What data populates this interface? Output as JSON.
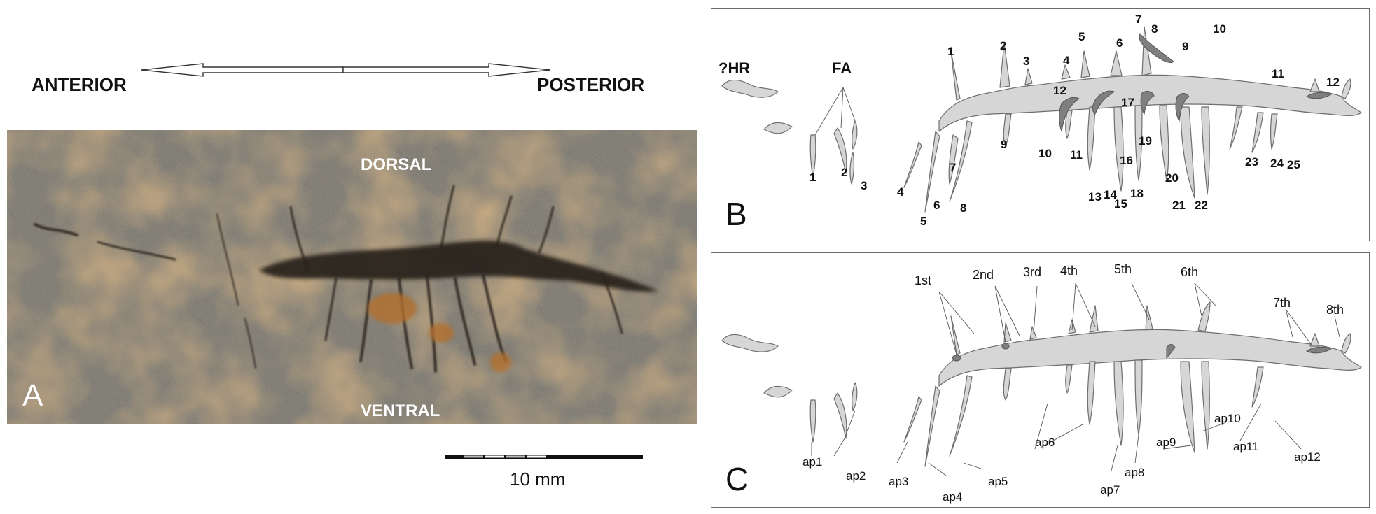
{
  "orientation": {
    "anterior": "ANTERIOR",
    "posterior": "POSTERIOR"
  },
  "panel_a": {
    "letter": "A",
    "dorsal": "DORSAL",
    "ventral": "VENTRAL",
    "scale_bar": "10 mm"
  },
  "panel_b": {
    "letter": "B",
    "hr_label": "?HR",
    "fa_label": "FA",
    "fa_numbers": [
      "1",
      "2",
      "3"
    ],
    "dorsal_numbers": [
      "1",
      "2",
      "3",
      "4",
      "5",
      "6",
      "7",
      "8",
      "9",
      "10",
      "11",
      "12"
    ],
    "ventral_numbers": [
      "4",
      "5",
      "6",
      "7",
      "8",
      "9",
      "10",
      "11",
      "12",
      "13",
      "14",
      "15",
      "16",
      "17",
      "18",
      "19",
      "20",
      "21",
      "22",
      "23",
      "24",
      "25"
    ]
  },
  "panel_c": {
    "letter": "C",
    "dorsal_pairs": [
      "1st",
      "2nd",
      "3rd",
      "4th",
      "5th",
      "6th",
      "7th",
      "8th"
    ],
    "appendages": [
      "ap1",
      "ap2",
      "ap3",
      "ap4",
      "ap5",
      "ap6",
      "ap7",
      "ap8",
      "ap9",
      "ap10",
      "ap11",
      "ap12"
    ]
  },
  "colors": {
    "body_fill": "#d6d6d6",
    "body_stroke": "#6e6e6e",
    "dark_structure": "#7a7a7a",
    "rock": "#6f6a60"
  }
}
